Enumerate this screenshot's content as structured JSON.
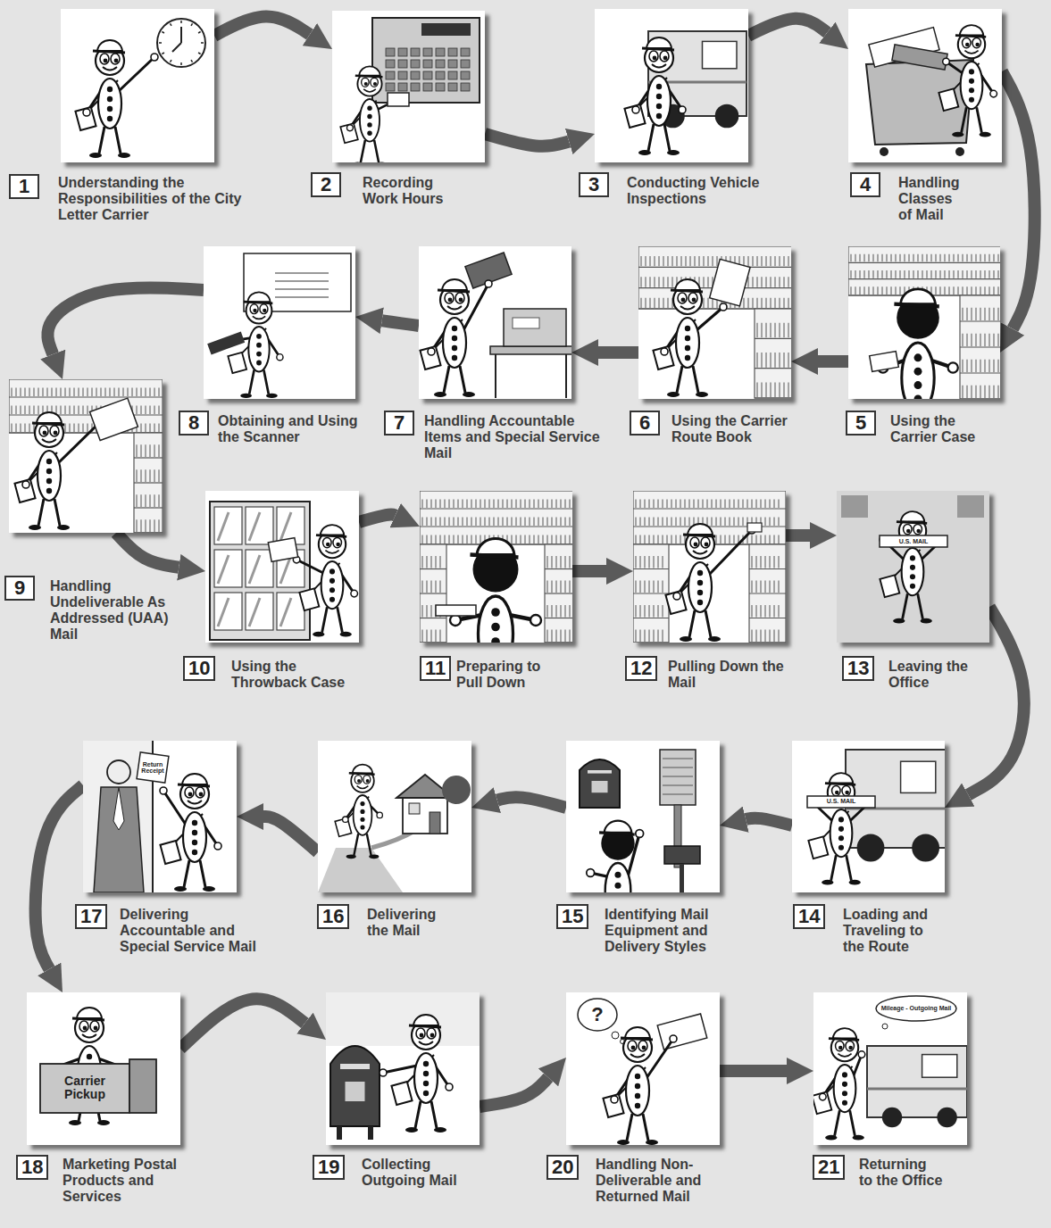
{
  "diagram": {
    "nodes": [
      {
        "text": [
          "1",
          "Understanding the Responsibilities of the City Letter Carrier"
        ]
      },
      {
        "text": [
          "2",
          "Recording Work Hours"
        ]
      },
      {
        "text": [
          "3",
          "Conducting Vehicle Inspections"
        ]
      },
      {
        "text": [
          "4",
          "Handling Classes of Mail"
        ]
      },
      {
        "text": [
          "5",
          "Using the Carrier Case"
        ]
      },
      {
        "text": [
          "6",
          "Using the Carrier Route Book"
        ]
      },
      {
        "text": [
          "7",
          "Handling Accountable Items and Special Service Mail"
        ]
      },
      {
        "text": [
          "8",
          "Obtaining and Using the Scanner"
        ]
      },
      {
        "text": [
          "9",
          "Handling Undeliverable As Addressed (UAA) Mail"
        ]
      },
      {
        "text": [
          "10",
          "Using the Throwback Case"
        ]
      },
      {
        "text": [
          "11",
          "Preparing to Pull Down"
        ]
      },
      {
        "text": [
          "12",
          "Pulling Down the Mail"
        ]
      },
      {
        "text": [
          "13",
          "Leaving the Office"
        ]
      },
      {
        "text": [
          "14",
          "Loading and Traveling to the Route"
        ]
      },
      {
        "text": [
          "15",
          "Identifying Mail Equipment and Delivery Styles"
        ]
      },
      {
        "text": [
          "16",
          "Delivering the Mail"
        ]
      },
      {
        "text": [
          "17",
          "Delivering Accountable and Special Service Mail"
        ]
      },
      {
        "text": [
          "18",
          "Marketing Postal Products and Services"
        ]
      },
      {
        "text": [
          "19",
          "Collecting Outgoing Mail"
        ]
      },
      {
        "text": [
          "20",
          "Handling Non-Deliverable and Returned Mail"
        ]
      },
      {
        "text": [
          "21",
          "Returning to the Office"
        ]
      }
    ],
    "edges": [
      {
        "from": 0,
        "to": 1,
        "arrow": "to"
      },
      {
        "from": 1,
        "to": 2,
        "arrow": "to"
      },
      {
        "from": 2,
        "to": 3,
        "arrow": "to"
      },
      {
        "from": 3,
        "to": 4,
        "arrow": "to"
      },
      {
        "from": 4,
        "to": 5,
        "arrow": "to"
      },
      {
        "from": 5,
        "to": 6,
        "arrow": "to"
      },
      {
        "from": 6,
        "to": 7,
        "arrow": "to"
      },
      {
        "from": 7,
        "to": 8,
        "arrow": "to"
      },
      {
        "from": 8,
        "to": 9,
        "arrow": "to"
      },
      {
        "from": 9,
        "to": 10,
        "arrow": "to"
      },
      {
        "from": 10,
        "to": 11,
        "arrow": "to"
      },
      {
        "from": 11,
        "to": 12,
        "arrow": "to"
      },
      {
        "from": 12,
        "to": 13,
        "arrow": "to"
      },
      {
        "from": 13,
        "to": 14,
        "arrow": "to"
      },
      {
        "from": 14,
        "to": 15,
        "arrow": "to"
      },
      {
        "from": 15,
        "to": 16,
        "arrow": "to"
      },
      {
        "from": 16,
        "to": 17,
        "arrow": "to"
      },
      {
        "from": 17,
        "to": 18,
        "arrow": "to"
      },
      {
        "from": 18,
        "to": 19,
        "arrow": "to"
      },
      {
        "from": 19,
        "to": 20,
        "arrow": "to"
      }
    ],
    "labels": [
      "U.S. MAIL",
      "U.S. MAIL",
      "Return Receipt",
      "Carrier Pickup",
      "?",
      "Mileage - Outgoing Mail"
    ]
  }
}
